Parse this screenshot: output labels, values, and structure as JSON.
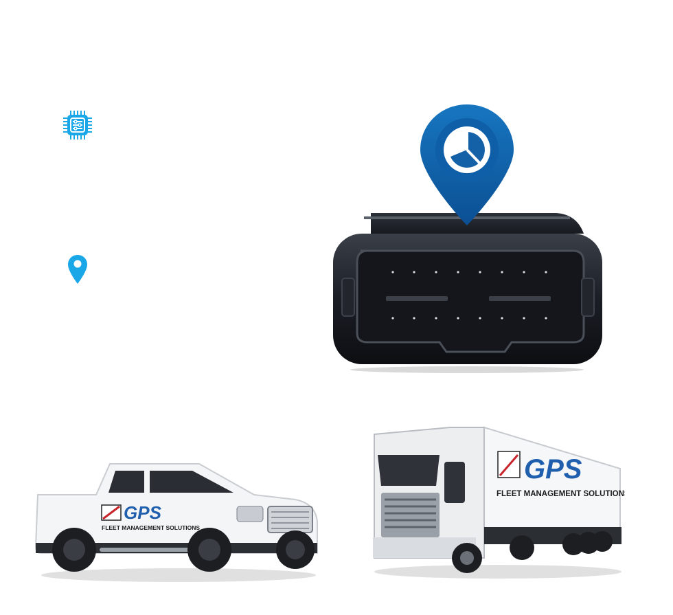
{
  "icons": {
    "chip": "chip-icon",
    "pin": "location-pin-icon",
    "analytics_pin": "analytics-pin-icon"
  },
  "colors": {
    "accent_cyan": "#1aa7e8",
    "pin_blue": "#1461a8",
    "device_black": "#1a1d24",
    "logo_blue": "#1f5fae",
    "logo_red": "#c8242b"
  },
  "branding": {
    "logo_text": "GPS",
    "tagline": "FLEET MANAGEMENT SOLUTIONS"
  },
  "device": {
    "name": "obd-tracker-device"
  }
}
